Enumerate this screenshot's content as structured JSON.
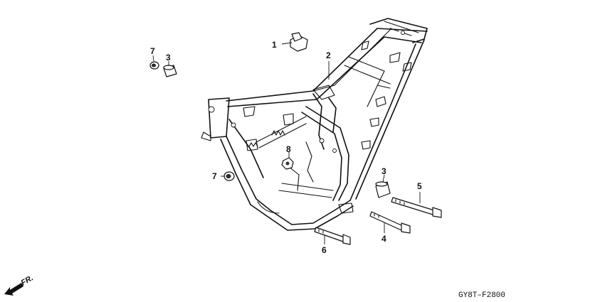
{
  "diagram_code": "GY8T–F2800",
  "front_indicator": "FR.",
  "callouts": [
    {
      "id": "c1",
      "label": "1"
    },
    {
      "id": "c2",
      "label": "2"
    },
    {
      "id": "c3a",
      "label": "3"
    },
    {
      "id": "c3b",
      "label": "3"
    },
    {
      "id": "c4",
      "label": "4"
    },
    {
      "id": "c5",
      "label": "5"
    },
    {
      "id": "c6",
      "label": "6"
    },
    {
      "id": "c7a",
      "label": "7"
    },
    {
      "id": "c7b",
      "label": "7"
    },
    {
      "id": "c8",
      "label": "8"
    }
  ]
}
